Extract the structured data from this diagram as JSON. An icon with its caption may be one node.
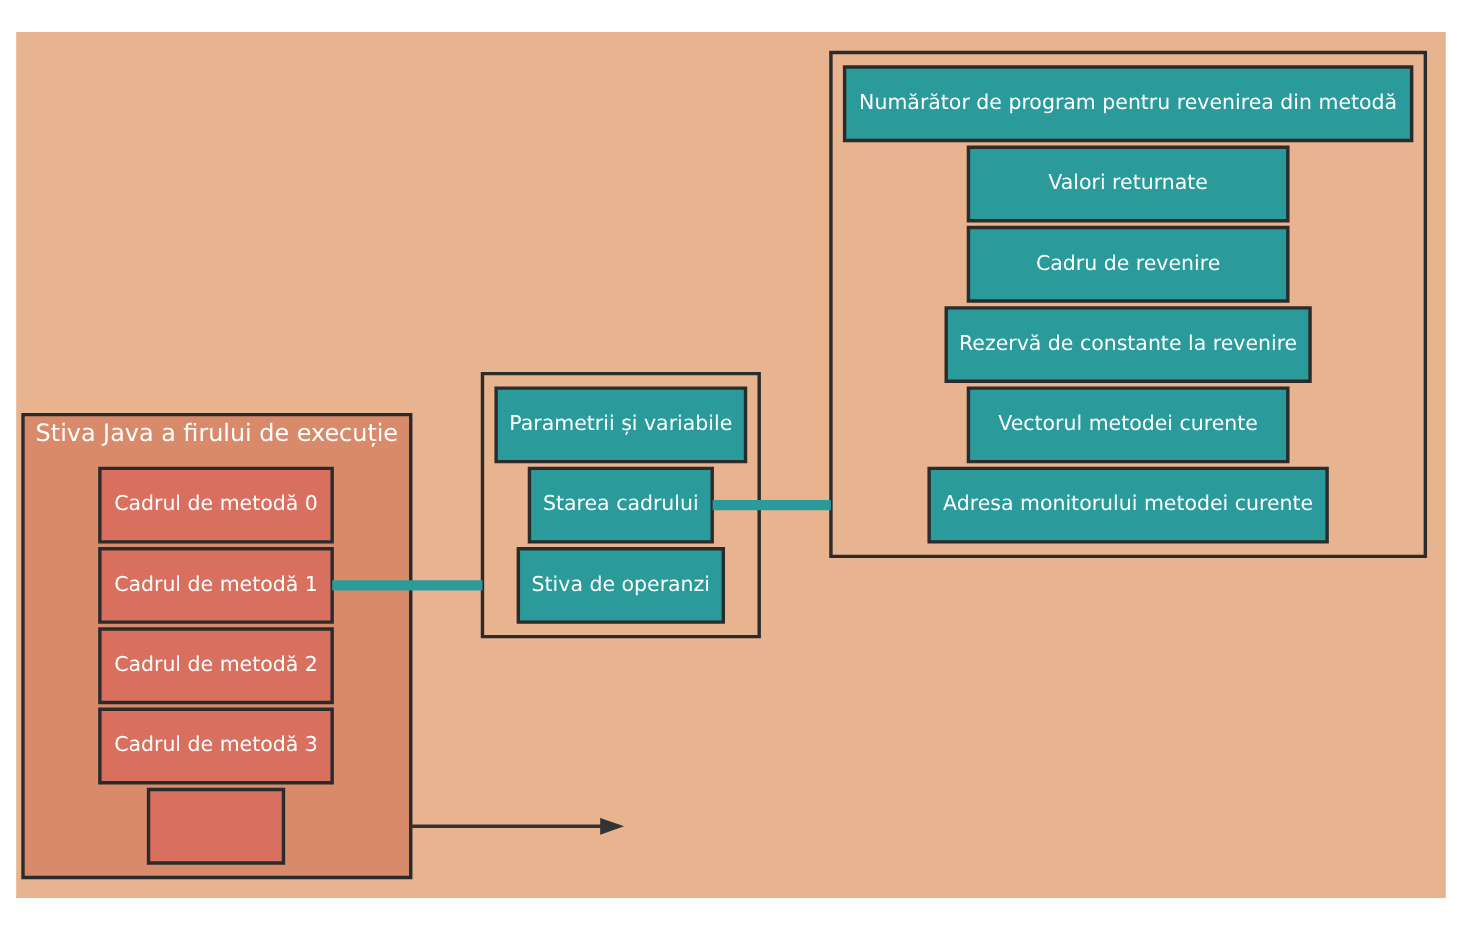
{
  "diagram": {
    "nodes": [
      {
        "text": [
          "Stiva Java a firului de execuție"
        ]
      },
      {
        "text": [
          "Cadrul de metodă 0"
        ],
        "in": 0
      },
      {
        "text": [
          "Cadrul de metodă 1"
        ],
        "in": 0
      },
      {
        "text": [
          "Cadrul de metodă 2"
        ],
        "in": 0
      },
      {
        "text": [
          "Cadrul de metodă 3"
        ],
        "in": 0
      },
      {
        "text": [],
        "shape": "box",
        "in": 0
      },
      {
        "text": [],
        "shape": "box"
      },
      {
        "text": [
          "Parametrii și variabile"
        ],
        "in": 6
      },
      {
        "text": [
          "Starea cadrului"
        ],
        "in": 6
      },
      {
        "text": [
          "Stiva de operanzi"
        ],
        "in": 6
      },
      {
        "text": [],
        "shape": "box"
      },
      {
        "text": [
          "Numărător de program pentru revenirea din metodă"
        ],
        "in": 10
      },
      {
        "text": [
          "Valori returnate"
        ],
        "in": 10
      },
      {
        "text": [
          "Cadru de revenire"
        ],
        "in": 10
      },
      {
        "text": [
          "Rezervă de constante la revenire"
        ],
        "in": 10
      },
      {
        "text": [
          "Vectorul metodei curente"
        ],
        "in": 10
      },
      {
        "text": [
          "Adresa monitorului metodei curente"
        ],
        "in": 10
      }
    ],
    "edges": [
      {
        "from": 2,
        "to": 6,
        "arrow": "none"
      },
      {
        "from": 8,
        "to": 10,
        "arrow": "none"
      },
      {
        "from": 0,
        "to": null,
        "arrow": "to",
        "color": "#333333"
      }
    ]
  }
}
